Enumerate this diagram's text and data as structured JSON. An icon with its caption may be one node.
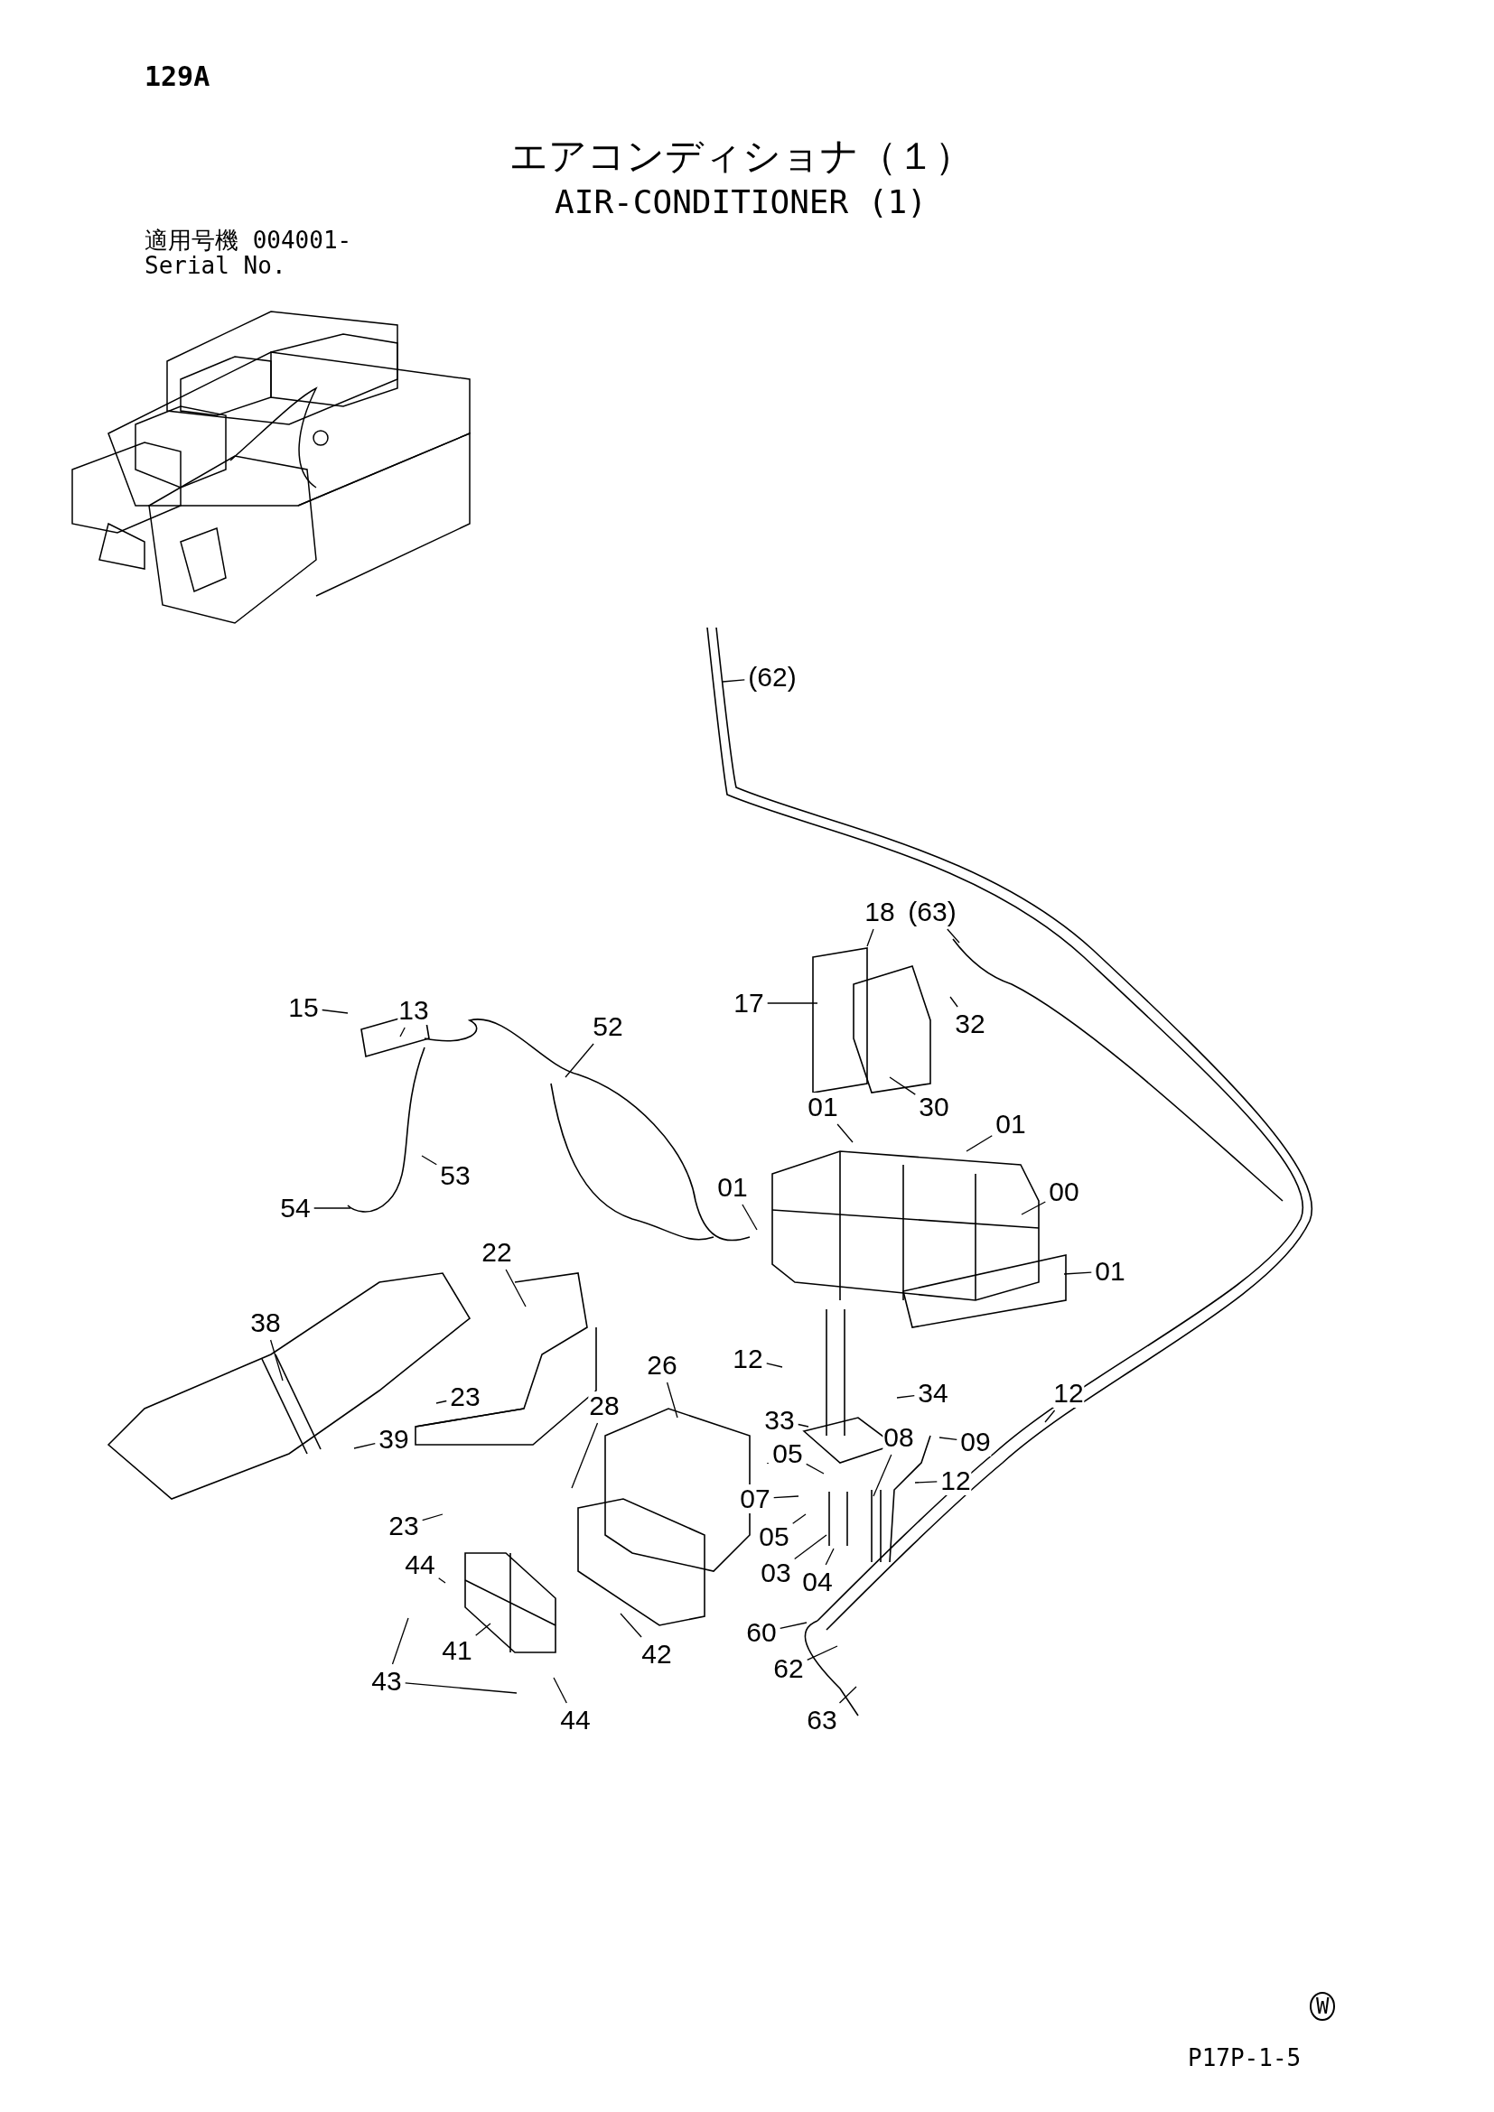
{
  "diagram": {
    "title": "エアコンディショナ（１）",
    "nodes": [
      {
        "text": [
          "(62)"
        ]
      },
      {
        "text": [
          "18"
        ]
      },
      {
        "text": [
          "(63)"
        ]
      },
      {
        "text": [
          "17"
        ]
      },
      {
        "text": [
          "32"
        ]
      },
      {
        "text": [
          "30"
        ]
      },
      {
        "text": [
          "13"
        ]
      },
      {
        "text": [
          "15"
        ]
      },
      {
        "text": [
          "52"
        ]
      },
      {
        "text": [
          "01"
        ]
      },
      {
        "text": [
          "01"
        ]
      },
      {
        "text": [
          "00"
        ]
      },
      {
        "text": [
          "53"
        ]
      },
      {
        "text": [
          "54"
        ]
      },
      {
        "text": [
          "01"
        ]
      },
      {
        "text": [
          "01"
        ]
      },
      {
        "text": [
          "22"
        ]
      },
      {
        "text": [
          "38"
        ]
      },
      {
        "text": [
          "12"
        ]
      },
      {
        "text": [
          "12"
        ]
      },
      {
        "text": [
          "26"
        ]
      },
      {
        "text": [
          "23"
        ]
      },
      {
        "text": [
          "34"
        ]
      },
      {
        "text": [
          "28"
        ]
      },
      {
        "text": [
          "39"
        ]
      },
      {
        "text": [
          "33"
        ]
      },
      {
        "text": [
          "08"
        ]
      },
      {
        "text": [
          "09"
        ]
      },
      {
        "text": [
          "05"
        ]
      },
      {
        "text": [
          "12"
        ]
      },
      {
        "text": [
          "07"
        ]
      },
      {
        "text": [
          "23"
        ]
      },
      {
        "text": [
          "05"
        ]
      },
      {
        "text": [
          "03"
        ]
      },
      {
        "text": [
          "04"
        ]
      },
      {
        "text": [
          "44"
        ]
      },
      {
        "text": [
          "60"
        ]
      },
      {
        "text": [
          "41"
        ]
      },
      {
        "text": [
          "42"
        ]
      },
      {
        "text": [
          "62"
        ]
      },
      {
        "text": [
          "43"
        ]
      },
      {
        "text": [
          "63"
        ]
      },
      {
        "text": [
          "44"
        ]
      }
    ],
    "edges": [
      {
        "from": 0,
        "to": null,
        "arrow": "none"
      },
      {
        "from": 1,
        "to": null,
        "arrow": "none"
      },
      {
        "from": 2,
        "to": null,
        "arrow": "none"
      },
      {
        "from": 3,
        "to": null,
        "arrow": "none"
      },
      {
        "from": 4,
        "to": null,
        "arrow": "none"
      },
      {
        "from": 5,
        "to": null,
        "arrow": "none"
      },
      {
        "from": 6,
        "to": null,
        "arrow": "none"
      },
      {
        "from": 7,
        "to": null,
        "arrow": "none"
      },
      {
        "from": 8,
        "to": null,
        "arrow": "none"
      },
      {
        "from": 9,
        "to": null,
        "arrow": "none"
      },
      {
        "from": 10,
        "to": null,
        "arrow": "none"
      },
      {
        "from": 11,
        "to": null,
        "arrow": "none"
      },
      {
        "from": 12,
        "to": null,
        "arrow": "none"
      },
      {
        "from": 13,
        "to": null,
        "arrow": "none"
      },
      {
        "from": 14,
        "to": null,
        "arrow": "none"
      },
      {
        "from": 15,
        "to": null,
        "arrow": "none"
      },
      {
        "from": 16,
        "to": null,
        "arrow": "none"
      },
      {
        "from": 17,
        "to": null,
        "arrow": "none"
      },
      {
        "from": 18,
        "to": null,
        "arrow": "none"
      },
      {
        "from": 19,
        "to": null,
        "arrow": "none"
      },
      {
        "from": 20,
        "to": null,
        "arrow": "none"
      },
      {
        "from": 21,
        "to": null,
        "arrow": "none"
      },
      {
        "from": 22,
        "to": null,
        "arrow": "none"
      },
      {
        "from": 23,
        "to": null,
        "arrow": "none"
      },
      {
        "from": 24,
        "to": null,
        "arrow": "none"
      },
      {
        "from": 25,
        "to": null,
        "arrow": "none"
      },
      {
        "from": 26,
        "to": null,
        "arrow": "none"
      },
      {
        "from": 27,
        "to": null,
        "arrow": "none"
      },
      {
        "from": 28,
        "to": null,
        "arrow": "none"
      },
      {
        "from": 29,
        "to": null,
        "arrow": "none"
      },
      {
        "from": 30,
        "to": null,
        "arrow": "none"
      },
      {
        "from": 31,
        "to": null,
        "arrow": "none"
      },
      {
        "from": 32,
        "to": null,
        "arrow": "none"
      },
      {
        "from": 33,
        "to": null,
        "arrow": "none"
      },
      {
        "from": 34,
        "to": null,
        "arrow": "none"
      },
      {
        "from": 35,
        "to": null,
        "arrow": "none"
      },
      {
        "from": 36,
        "to": null,
        "arrow": "none"
      },
      {
        "from": 37,
        "to": null,
        "arrow": "none"
      },
      {
        "from": 38,
        "to": null,
        "arrow": "none"
      },
      {
        "from": 39,
        "to": null,
        "arrow": "none"
      },
      {
        "from": 40,
        "to": null,
        "arrow": "none"
      },
      {
        "from": 40,
        "to": null,
        "arrow": "none"
      },
      {
        "from": 41,
        "to": null,
        "arrow": "none"
      },
      {
        "from": 42,
        "to": null,
        "arrow": "none"
      }
    ],
    "labels": [
      "129A",
      "AIR-CONDITIONER (1)",
      "適用号機 004001-",
      "Serial No.",
      "W",
      "P17P-1-5"
    ]
  }
}
